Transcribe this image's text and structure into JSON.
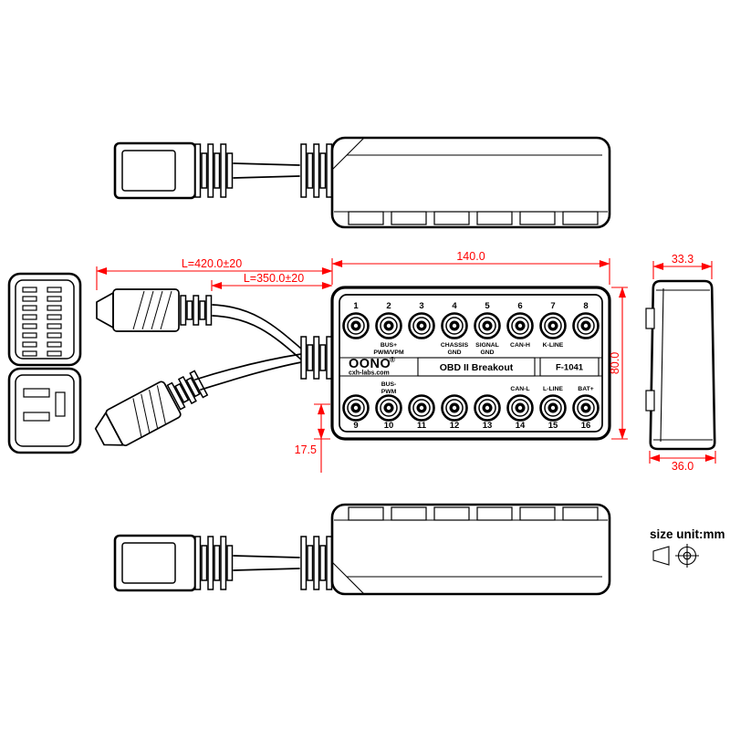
{
  "colors": {
    "outline": "#000000",
    "dimension": "#ff0000",
    "background": "#ffffff"
  },
  "note": {
    "size_unit": "size unit:mm"
  },
  "dimensions": {
    "total_length": "L=420.0±20",
    "cable_length": "L=350.0±20",
    "body_width": "140.0",
    "body_height": "80.0",
    "side_top_width": "33.3",
    "side_bottom_width": "36.0",
    "jack_row_offset": "17.5"
  },
  "panel": {
    "brand": "OONO",
    "registered_mark": "®",
    "website": "cxh-labs.com",
    "product_title": "OBD II Breakout",
    "model": "F-1041",
    "top_jacks": [
      {
        "num": "1",
        "line1": "",
        "line2": ""
      },
      {
        "num": "2",
        "line1": "BUS+",
        "line2": "PWM/VPM"
      },
      {
        "num": "3",
        "line1": "",
        "line2": ""
      },
      {
        "num": "4",
        "line1": "CHASSIS",
        "line2": "GND"
      },
      {
        "num": "5",
        "line1": "SIGNAL",
        "line2": "GND"
      },
      {
        "num": "6",
        "line1": "CAN-H",
        "line2": ""
      },
      {
        "num": "7",
        "line1": "K-LINE",
        "line2": ""
      },
      {
        "num": "8",
        "line1": "",
        "line2": ""
      }
    ],
    "bottom_jacks": [
      {
        "num": "9",
        "line1": "",
        "line2": ""
      },
      {
        "num": "10",
        "line1": "BUS-",
        "line2": "PWM"
      },
      {
        "num": "11",
        "line1": "",
        "line2": ""
      },
      {
        "num": "12",
        "line1": "",
        "line2": ""
      },
      {
        "num": "13",
        "line1": "",
        "line2": ""
      },
      {
        "num": "14",
        "line1": "CAN-L",
        "line2": ""
      },
      {
        "num": "15",
        "line1": "L-LINE",
        "line2": ""
      },
      {
        "num": "16",
        "line1": "BAT+",
        "line2": ""
      }
    ]
  }
}
